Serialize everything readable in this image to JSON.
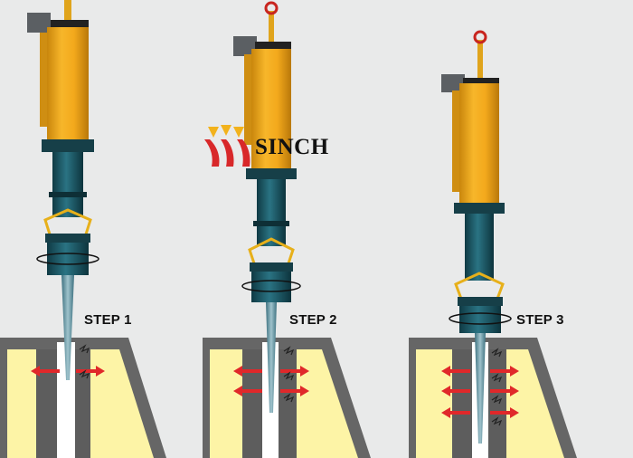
{
  "brand": {
    "name": "SINCH"
  },
  "steps": [
    {
      "label": "STEP 1"
    },
    {
      "label": "STEP 2"
    },
    {
      "label": "STEP 3"
    }
  ],
  "colors": {
    "background": "#e9eaea",
    "cylinder": "#f0a81a",
    "body": "#1f5f6d",
    "ground_fill": "#fdf4a6",
    "ground_wall": "#5d5d5d",
    "borehole": "#ffffff",
    "arrow": "#e0282a",
    "brand_red": "#d8282a",
    "brand_yellow": "#f2b21c"
  }
}
